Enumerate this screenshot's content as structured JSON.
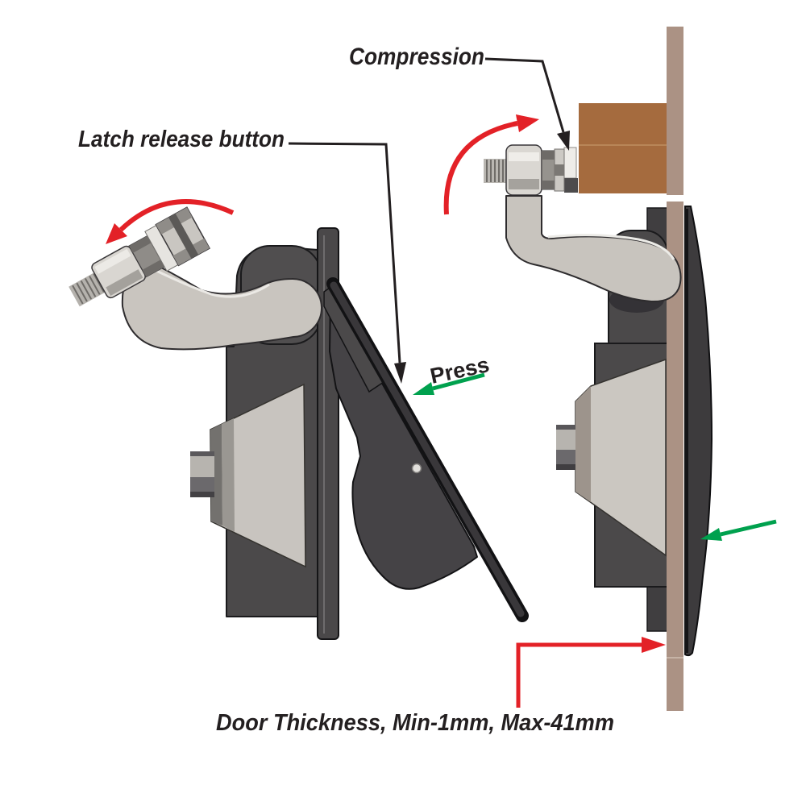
{
  "labels": {
    "compression": "Compression",
    "latch_release_button": "Latch release button",
    "press": "Press",
    "door_thickness": "Door Thickness, Min-1mm, Max-41mm"
  },
  "colors": {
    "annotation_red": "#e32127",
    "annotation_green": "#00a14e",
    "label_text": "#231f20",
    "door_panel_taupe": "#ab9284",
    "frame_block_brown": "#a56b3e",
    "housing_gray": "#4b494a",
    "metal_light_gray": "#c9c5bf",
    "exterior_panel_dark": "#3d3b3d"
  }
}
